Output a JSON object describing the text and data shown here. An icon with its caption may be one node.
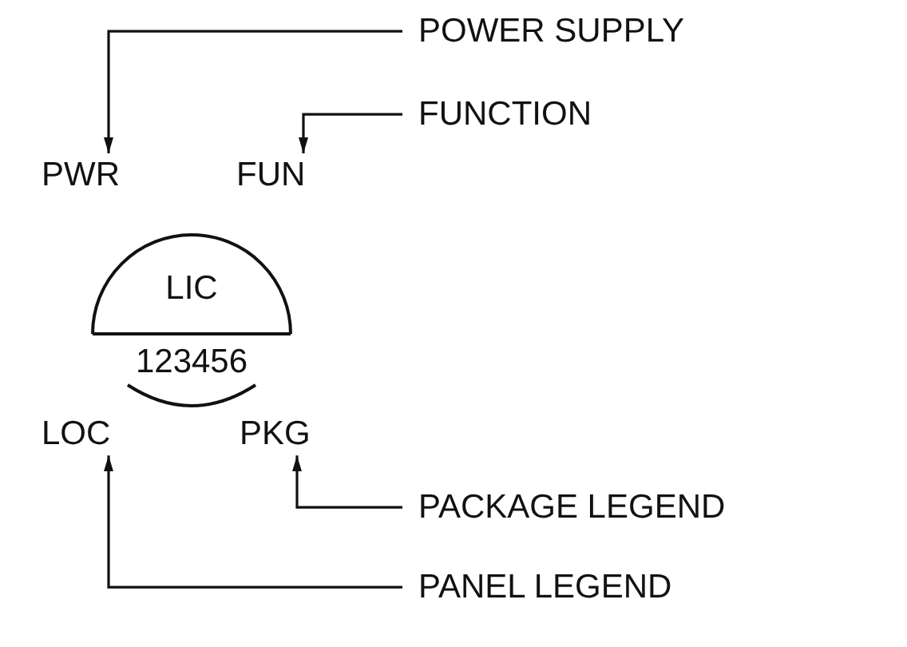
{
  "diagram": {
    "nodes": [
      {
        "text": [
          "POWER SUPPLY"
        ]
      },
      {
        "text": [
          "FUNCTION"
        ]
      },
      {
        "text": [
          "PWR"
        ]
      },
      {
        "text": [
          "FUN"
        ]
      },
      {
        "text": [
          "LIC",
          "123456"
        ]
      },
      {
        "text": [
          "LOC"
        ]
      },
      {
        "text": [
          "PKG"
        ]
      },
      {
        "text": [
          "PACKAGE LEGEND"
        ]
      },
      {
        "text": [
          "PANEL LEGEND"
        ]
      }
    ],
    "edges": [
      {
        "from": 0,
        "to": 2,
        "arrow": "to"
      },
      {
        "from": 1,
        "to": 3,
        "arrow": "to"
      },
      {
        "from": 7,
        "to": 6,
        "arrow": "to"
      },
      {
        "from": 8,
        "to": 5,
        "arrow": "to"
      }
    ]
  }
}
